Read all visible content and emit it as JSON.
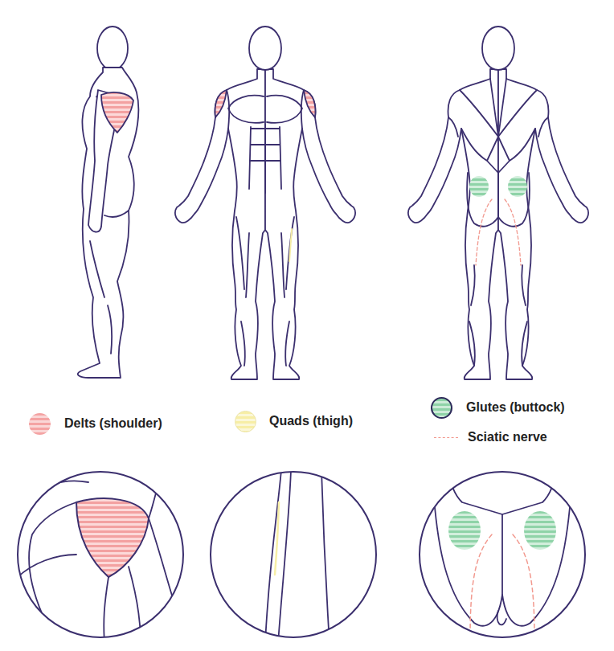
{
  "diagram": {
    "legend": [
      {
        "text": "Delts (shoulder)",
        "color": "#f4a3a3"
      },
      {
        "text": "Quads (thigh)",
        "color": "#f7eea6"
      },
      {
        "text": "Glutes (buttock)",
        "color": "#8fd3a8"
      },
      {
        "text": "Sciatic nerve"
      }
    ]
  }
}
